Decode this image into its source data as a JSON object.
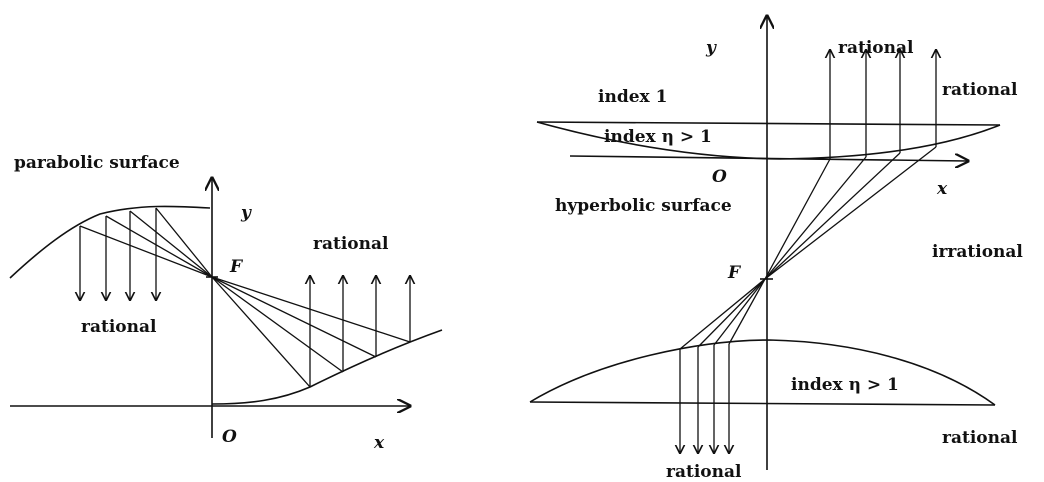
{
  "left_figure": {
    "surface_label": "parabolic surface",
    "axis_y": "y",
    "axis_x": "x",
    "origin": "O",
    "focus": "F",
    "rational_top": "rational",
    "rational_left": "rational"
  },
  "right_figure": {
    "axis_y": "y",
    "axis_x": "x",
    "origin": "O",
    "focus": "F",
    "index_1": "index 1",
    "index_top": "index η > 1",
    "index_bottom": "index η > 1",
    "surface_label": "hyperbolic surface",
    "rational_top": "rational",
    "rational_right_top": "rational",
    "irrational": "irrational",
    "rational_right_bottom": "rational",
    "rational_bottom": "rational"
  }
}
